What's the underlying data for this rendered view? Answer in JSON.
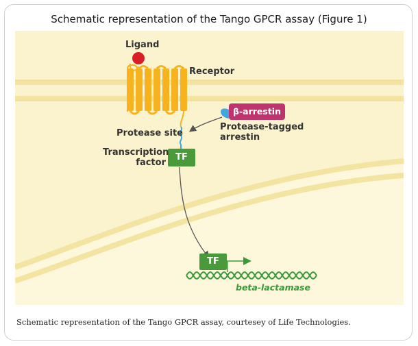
{
  "title": "Schematic representation of the Tango GPCR assay (Figure 1)",
  "labels": {
    "ligand": "Ligand",
    "receptor": "Receptor",
    "protease_site": "Protease site",
    "transcription_factor_line1": "Transcription",
    "transcription_factor_line2": "factor",
    "tf_box": "TF",
    "tf_box_nucleus": "TF",
    "beta_arrestin": "β-arrestin",
    "protease_tagged_line1": "Protease-tagged",
    "protease_tagged_line2": "arrestin",
    "gene": "beta-lactamase"
  },
  "caption": "Schematic representation of the Tango GPCR assay, courtesey of Life Technologies.",
  "colors": {
    "background": "#fbf3cd",
    "membrane": "#f3e4a2",
    "receptor": "#f7b31f",
    "ligand": "#d81f26",
    "tf_box": "#4a9a3b",
    "arrestin_box": "#c0336c",
    "protease_tag": "#3fa8e0",
    "dna": "#3a9a3a",
    "arrow": "#555555"
  }
}
